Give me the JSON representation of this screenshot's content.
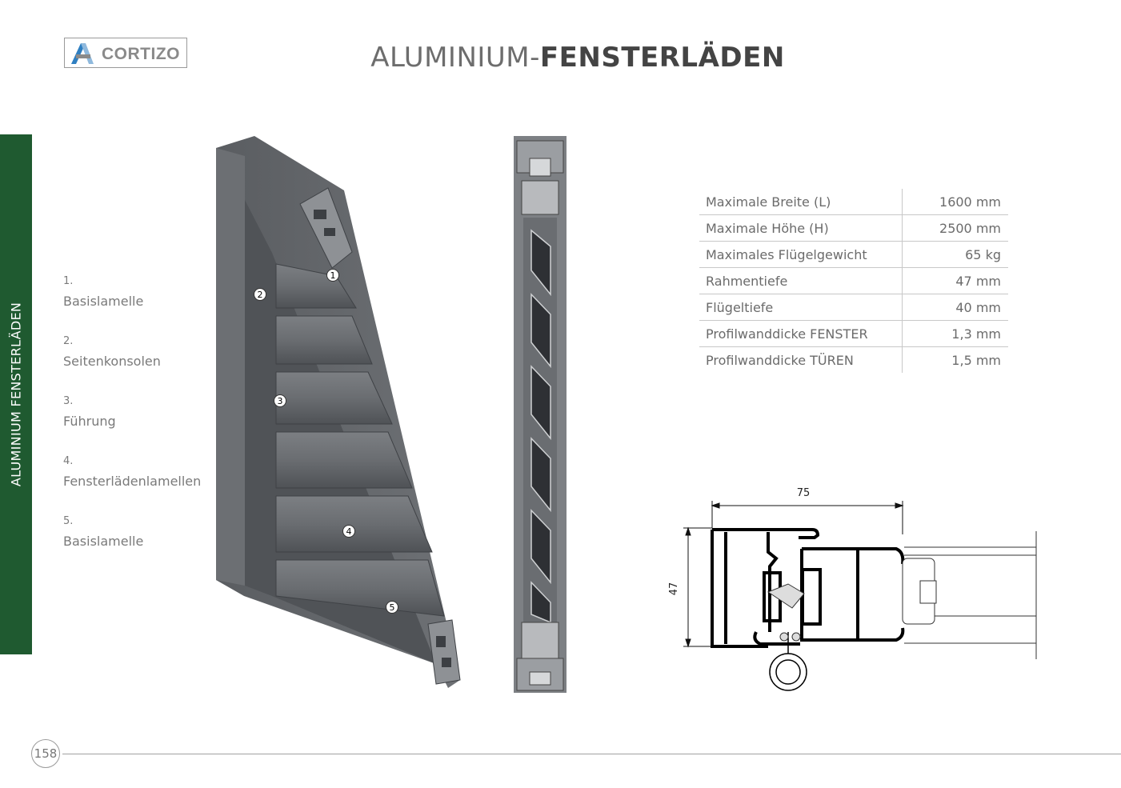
{
  "brand": {
    "name": "CORTIZO",
    "logo_icon": "cortizo-logo-icon"
  },
  "header": {
    "title_light": "ALUMINIUM-",
    "title_bold": "FENSTERLÄDEN"
  },
  "side_tab": {
    "label": "ALUMINIUM FENSTERLÄDEN",
    "color": "#1f5a30"
  },
  "legend": [
    {
      "num": "1.",
      "label": "Basislamelle"
    },
    {
      "num": "2.",
      "label": "Seitenkonsolen"
    },
    {
      "num": "3.",
      "label": "Führung"
    },
    {
      "num": "4.",
      "label": "Fensterlädenlamellen"
    },
    {
      "num": "5.",
      "label": "Basislamelle"
    }
  ],
  "callouts": [
    "1",
    "2",
    "3",
    "4",
    "5"
  ],
  "specs": [
    {
      "label": "Maximale Breite (L)",
      "value": "1600 mm"
    },
    {
      "label": "Maximale Höhe (H)",
      "value": "2500 mm"
    },
    {
      "label": "Maximales Flügelgewicht",
      "value": "65 kg"
    },
    {
      "label": "Rahmentiefe",
      "value": "47 mm"
    },
    {
      "label": "Flügeltiefe",
      "value": "40 mm"
    },
    {
      "label": "Profilwanddicke FENSTER",
      "value": "1,3 mm"
    },
    {
      "label": "Profilwanddicke TÜREN",
      "value": "1,5 mm"
    }
  ],
  "drawing": {
    "dim_width": "75",
    "dim_height": "47"
  },
  "footer": {
    "page_number": "158"
  }
}
